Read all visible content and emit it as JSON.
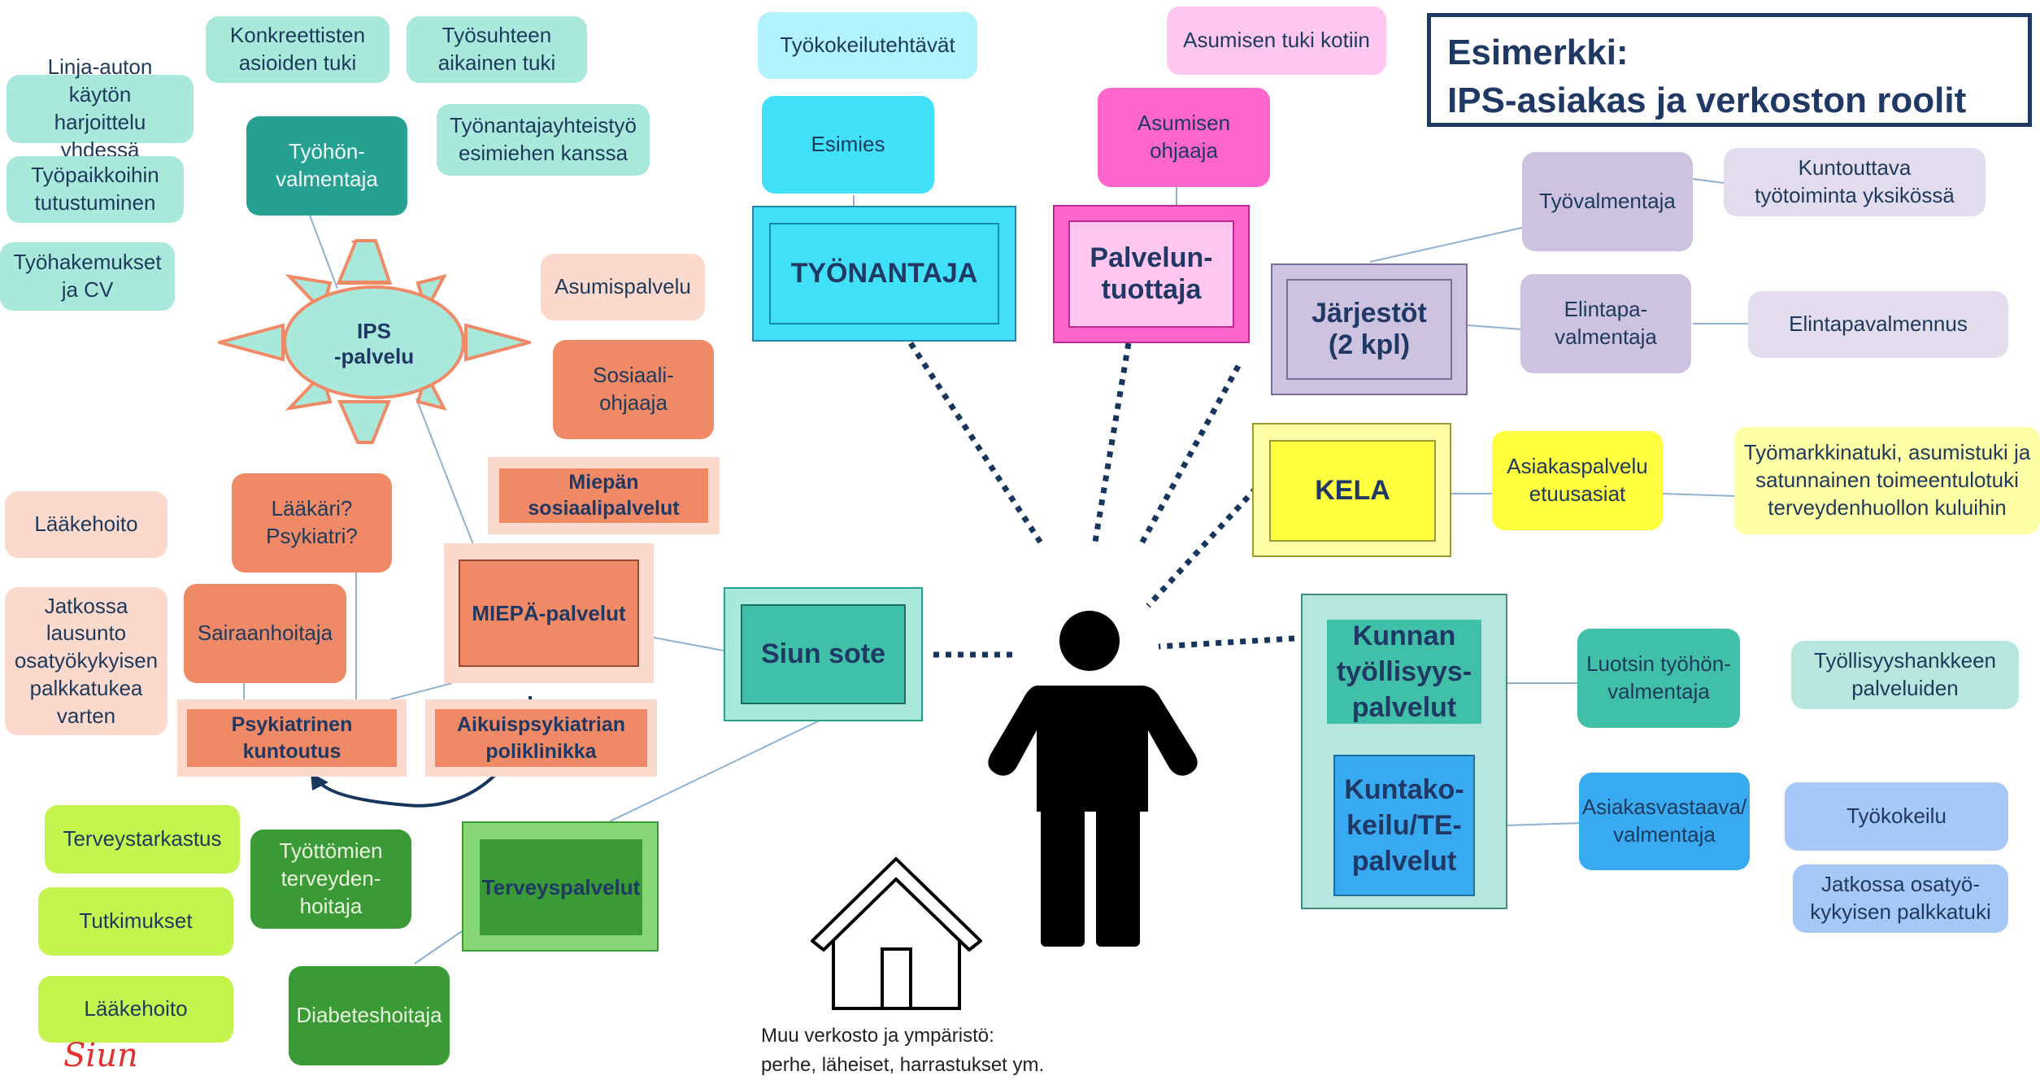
{
  "title": "Esimerkki:\nIPS-asiakas ja verkoston roolit",
  "colors": {
    "teal_light": "#a8e9dc",
    "teal_dark": "#26a090",
    "salmon": "#f08a66",
    "salmon_light": "#fbd9cd",
    "green_light": "#c4f54e",
    "green_dark": "#3a9a36",
    "cyan": "#40e0f8",
    "cyan_light": "#b2f2fc",
    "magenta": "#ff66cc",
    "pink_light": "#ffc6f0",
    "lavender": "#cdc3e0",
    "yellow": "#ffff40",
    "yellow_light": "#ffffa6",
    "blue": "#38aaf2",
    "blue_light": "#a6c8f8"
  },
  "ips": {
    "label": "IPS\n-palvelu",
    "supports": [
      "Konkreettisten\nasioiden tuki",
      "Työsuhteen\naikainen tuki",
      "Työnantajayhteistyö\nesimiehen kanssa",
      "Linja-auton käytön\nharjoittelu yhdessä",
      "Työpaikkoihin\ntutustuminen",
      "Työhakemukset\nja CV"
    ],
    "coach": "Työhön-\nvalmentaja"
  },
  "employer": {
    "label": "TYÖNANTAJA",
    "boss": "Esimies",
    "trial_tasks": "Työkokeilutehtävät"
  },
  "provider": {
    "label": "Palvelun-\ntuottaja",
    "instructor": "Asumisen\nohjaaja",
    "home_support": "Asumisen tuki kotiin"
  },
  "organizations": {
    "label": "Järjestöt\n(2 kpl)",
    "work_coach": "Työvalmentaja",
    "rehab_activity": "Kuntouttava\ntyötoiminta yksikössä",
    "lifestyle_coach": "Elintapa-\nvalmentaja",
    "lifestyle_coaching": "Elintapavalmennus"
  },
  "kela": {
    "label": "KELA",
    "service": "Asiakaspalvelu\netuusasiat",
    "benefits": "Työmarkkinatuki, asumistuki ja\nsatunnainen toimeentulotuki\nterveydenhuollon kuluihin"
  },
  "municipal": {
    "label": "Kunnan\ntyöllisyys-\npalvelut",
    "inner": "Kuntako-\nkeilu/TE-\npalvelut",
    "pilot": "Luotsin työhön-\nvalmentaja",
    "project": "Työllisyyshankkeen\npalveluiden",
    "case_manager": "Asiakasvastaava/\nvalmentaja",
    "work_trial": "Työkokeilu",
    "later": "Jatkossa osatyö-\nkykyisen palkkatuki"
  },
  "siun": {
    "label": "Siun sote",
    "mental": "MIEPÄ-palvelut",
    "social_services": "Miepän\nsosiaalipalvelut",
    "social_worker": "Sosiaali-\nohjaaja",
    "housing": "Asumispalvelu",
    "psych_rehab": "Psykiatrinen\nkuntoutus",
    "outpatient": "Aikuispsykiatrian\npoliklinikka",
    "doctor": "Lääkäri?\nPsykiatri?",
    "nurse": "Sairaanhoitaja",
    "medication_left": "Lääkehoito",
    "later_statement": "Jatkossa\nlausunto\nosatyökykyisen\npalkkatukea\nvarten",
    "health": "Terveyspalvelut",
    "unemployed_care": "Työttömien\nterveyden-\nhoitaja",
    "diabetes": "Diabeteshoitaja",
    "health_check": "Terveystarkastus",
    "tests": "Tutkimukset",
    "medication": "Lääkehoito"
  },
  "footer": "Muu verkosto ja ympäristö:\nperhe, läheiset, harrastukset ym."
}
